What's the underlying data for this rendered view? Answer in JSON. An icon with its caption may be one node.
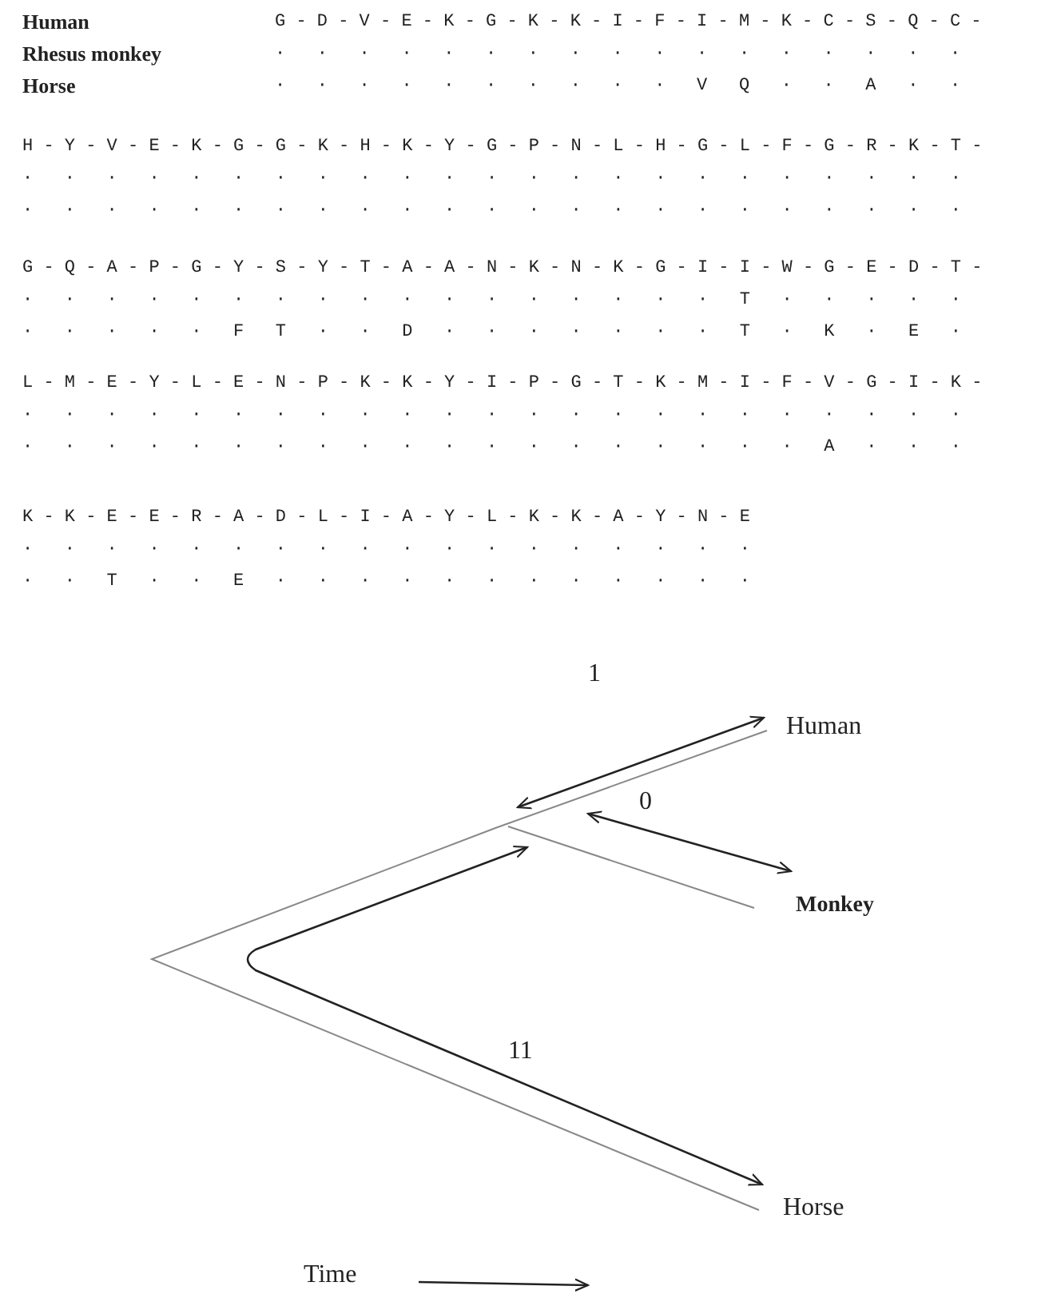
{
  "diagram": {
    "nodes": [
      {
        "text": [
          "Human"
        ]
      },
      {
        "text": [
          "Monkey"
        ]
      },
      {
        "text": [
          "Horse"
        ]
      }
    ],
    "edges": [],
    "labels": [
      "Human",
      "G - D - V - E - K - G - K - K - I - F - I - M - K - C - S - Q - C -",
      "Rhesus monkey",
      "·   ·   ·   ·   ·   ·   ·   ·   ·   ·   ·   ·   ·   ·   ·   ·   ·",
      "Horse",
      "·   ·   ·   ·   ·   ·   ·   ·   ·   ·   V   Q   ·   ·   A   ·   ·",
      "H - Y - V - E - K - G - G - K - H - K - Y - G - P - N - L - H - G - L - F - G - R - K - T -",
      "·   ·   ·   ·   ·   ·   ·   ·   ·   ·   ·   ·   ·   ·   ·   ·   ·   ·   ·   ·   ·   ·   ·",
      "·   ·   ·   ·   ·   ·   ·   ·   ·   ·   ·   ·   ·   ·   ·   ·   ·   ·   ·   ·   ·   ·   ·",
      "G - Q - A - P - G - Y - S - Y - T - A - A - N - K - N - K - G - I - I - W - G - E - D - T -",
      "·   ·   ·   ·   ·   ·   ·   ·   ·   ·   ·   ·   ·   ·   ·   ·   ·   T   ·   ·   ·   ·   ·",
      "·   ·   ·   ·   ·   F   T   ·   ·   D   ·   ·   ·   ·   ·   ·   ·   T   ·   K   ·   E   ·",
      "L - M - E - Y - L - E - N - P - K - K - Y - I - P - G - T - K - M - I - F - V - G - I - K -",
      "·   ·   ·   ·   ·   ·   ·   ·   ·   ·   ·   ·   ·   ·   ·   ·   ·   ·   ·   ·   ·   ·   ·",
      "·   ·   ·   ·   ·   ·   ·   ·   ·   ·   ·   ·   ·   ·   ·   ·   ·   ·   ·   A   ·   ·   ·",
      "K - K - E - E - R - A - D - L - I - A - Y - L - K - K - A - Y - N - E",
      "·   ·   ·   ·   ·   ·   ·   ·   ·   ·   ·   ·   ·   ·   ·   ·   ·   ·",
      "·   ·   T   ·   ·   E   ·   ·   ·   ·   ·   ·   ·   ·   ·   ·   ·   ·",
      "1",
      "0",
      "11",
      "Time"
    ]
  }
}
